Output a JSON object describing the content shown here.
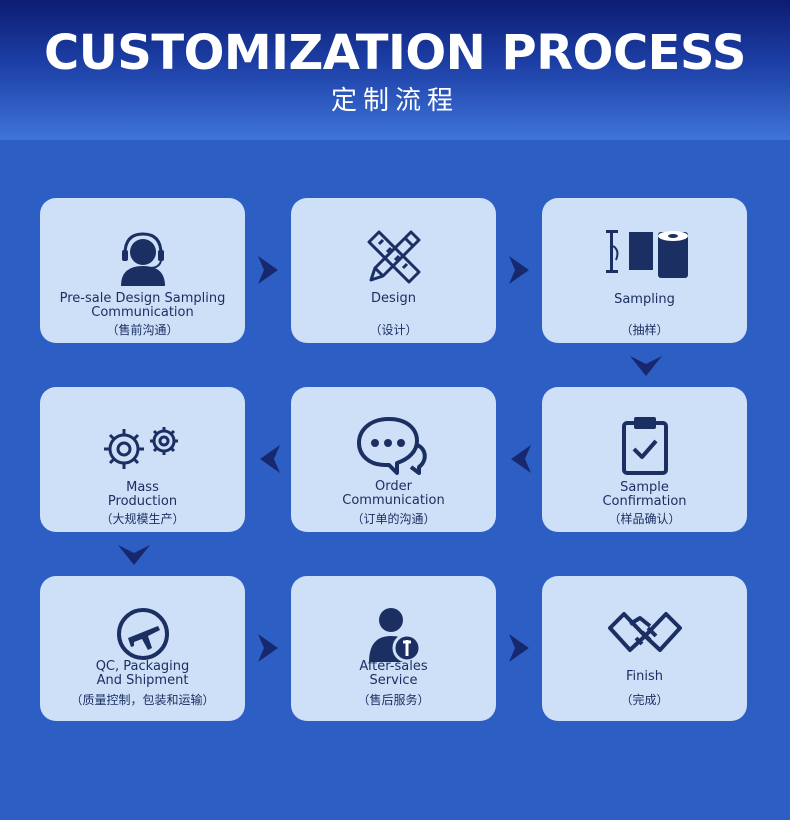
{
  "header": {
    "title": "CUSTOMIZATION PROCESS",
    "subtitle": "定制流程"
  },
  "colors": {
    "card_background": "#cde0f7",
    "icon_color": "#1b2f63",
    "arrow_color": "#17286e",
    "page_background": "#2d5ec3"
  },
  "steps": [
    {
      "label": "Pre-sale Design Sampling\nCommunication",
      "sub": "（售前沟通）",
      "icon": "customer-service-icon"
    },
    {
      "label": "Design",
      "sub": "（设计）",
      "icon": "pencil-ruler-icon"
    },
    {
      "label": "Sampling",
      "sub": "（抽样）",
      "icon": "sampling-roll-icon"
    },
    {
      "label": "Sample\nConfirmation",
      "sub": "（样品确认）",
      "icon": "clipboard-check-icon"
    },
    {
      "label": "Order\nCommunication",
      "sub": "（订单的沟通）",
      "icon": "chat-bubbles-icon"
    },
    {
      "label": "Mass\nProduction",
      "sub": "（大规模生产）",
      "icon": "gears-icon"
    },
    {
      "label": "QC, Packaging\nAnd Shipment",
      "sub": "（质量控制，包装和运输）",
      "icon": "airplane-icon"
    },
    {
      "label": "After-sales\nService",
      "sub": "（售后服务）",
      "icon": "user-wrench-icon"
    },
    {
      "label": "Finish",
      "sub": "（完成）",
      "icon": "handshake-icon"
    }
  ]
}
